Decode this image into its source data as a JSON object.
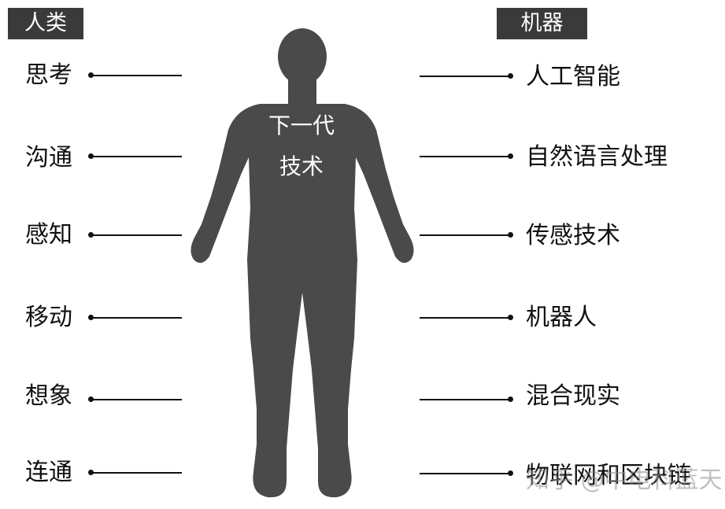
{
  "headers": {
    "left": "人类",
    "right": "机器"
  },
  "center": {
    "line1": "下一代",
    "line2": "技术"
  },
  "human_items": [
    "思考",
    "沟通",
    "感知",
    "移动",
    "想象",
    "连通"
  ],
  "machine_items": [
    "人工智能",
    "自然语言处理",
    "传感技术",
    "机器人",
    "混合现实",
    "物联网和区块链"
  ],
  "watermark": "知乎 @中电科蓝天",
  "colors": {
    "figure": "#4a4a4a",
    "header_bg": "#3a3a3a",
    "line": "#111111"
  }
}
